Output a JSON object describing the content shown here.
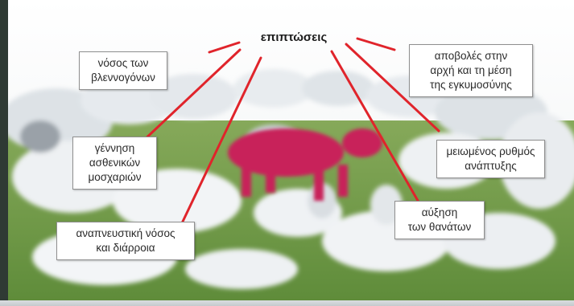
{
  "title": "επιπτώσεις",
  "labels": {
    "mucosal_disease": [
      "νόσος των",
      "βλεννογόνων"
    ],
    "abortions": [
      "αποβολές στην",
      "αρχή και τη μέση",
      "της εγκυμοσύνης"
    ],
    "weak_calves": [
      "γέννηση",
      "ασθενικών",
      "μοσχαριών"
    ],
    "reduced_growth": [
      "μειωμένος ρυθμός",
      "ανάπτυξης"
    ],
    "respiratory": [
      "αναπνευστική νόσος",
      "και διάρροια"
    ],
    "deaths": [
      "αύξηση",
      "των θανάτων"
    ]
  },
  "colors": {
    "line": "#e0242b",
    "highlight_cow": "#c8245a",
    "grass": "#6f9a48",
    "sky": "#f4f6f7"
  }
}
